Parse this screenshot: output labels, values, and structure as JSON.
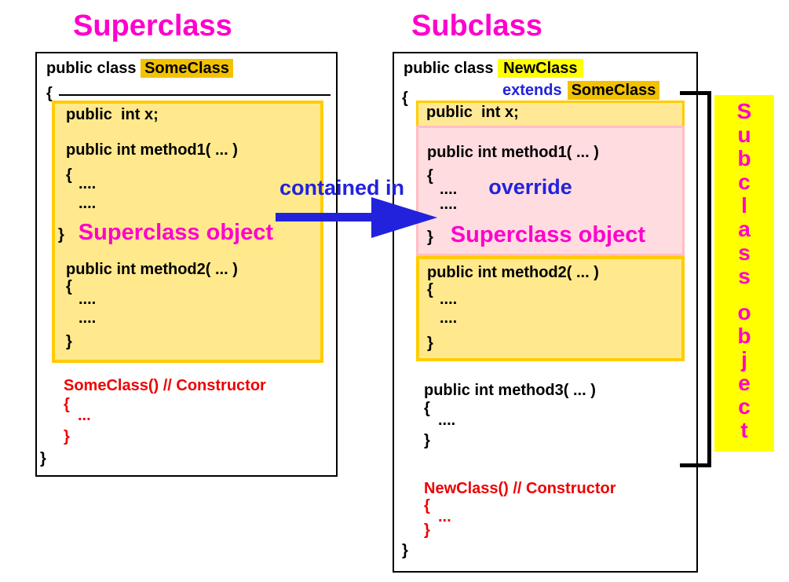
{
  "titles": {
    "superclass": "Superclass",
    "subclass": "Subclass"
  },
  "arrow": {
    "label": "contained in"
  },
  "side_banner": {
    "text": "Subclass object",
    "word1": [
      "S",
      "u",
      "b",
      "c",
      "l",
      "a",
      "s",
      "s"
    ],
    "word2": [
      "o",
      "b",
      "j",
      "e",
      "c",
      "t"
    ]
  },
  "superclass_box": {
    "class_line": {
      "keyword": "public class ",
      "name": "SomeClass"
    },
    "open_brace": "{",
    "members": {
      "field": "public  int x;",
      "method1": {
        "sig": "public int method1( ... )",
        "open": "{",
        "dots1": "....",
        "dots2": "....",
        "close": "}",
        "annotation": "Superclass object"
      },
      "method2": {
        "sig": "public int method2( ... )",
        "open": "{",
        "dots1": "....",
        "dots2": "....",
        "close": "}"
      }
    },
    "constructor": {
      "sig": "SomeClass() // Constructor",
      "open": "{",
      "dots": "...",
      "close": "}"
    },
    "close_brace": "}"
  },
  "subclass_box": {
    "class_line": {
      "keyword": "public class ",
      "name": "NewClass"
    },
    "extends_line": {
      "keyword": "extends",
      "name": "SomeClass"
    },
    "open_brace": "{",
    "inherited_field": "public  int x;",
    "method1": {
      "sig": "public int method1( ... )",
      "open": "{",
      "dots1": "....",
      "annotation": "override",
      "dots2": "....",
      "close": "}",
      "label": "Superclass object"
    },
    "method2": {
      "sig": "public int method2( ... )",
      "open": "{",
      "dots1": "....",
      "dots2": "....",
      "close": "}"
    },
    "method3": {
      "sig": "public int method3( ... )",
      "open": "{",
      "dots": "....",
      "close": "}"
    },
    "constructor": {
      "sig": "NewClass() // Constructor",
      "open": "{",
      "dots": "...",
      "close": "}"
    },
    "close_brace": "}"
  },
  "colors": {
    "magenta": "#FF00CC",
    "blue": "#2222DD",
    "red": "#EE0000",
    "gold_highlight": "#F2C200",
    "yellow_highlight": "#FFFF00",
    "member_fill": "#FFE98C",
    "member_border": "#FFCC00",
    "override_fill": "#FFDCE0",
    "override_border": "#FFBEC4"
  }
}
